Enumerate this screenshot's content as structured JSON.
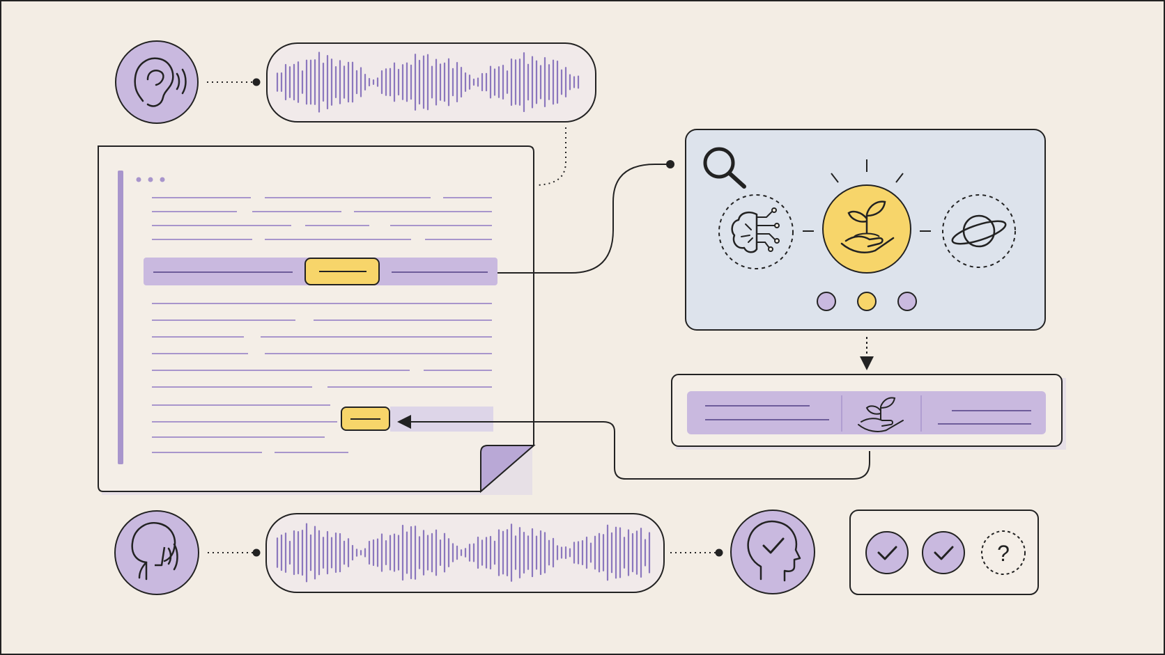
{
  "labels": {
    "unknown_mark": "?"
  },
  "steps": [
    {
      "name": "listen-to-audio",
      "icon": "ear-icon"
    },
    {
      "name": "spoken-waveform",
      "icon": "waveform-icon"
    },
    {
      "name": "transcript-document",
      "icon": "document-icon"
    },
    {
      "name": "highlighted-term",
      "icon": "highlight-icon"
    },
    {
      "name": "knowledge-lookup",
      "icon": "search-icon"
    },
    {
      "name": "concept-options",
      "icon": "brain-icon"
    },
    {
      "name": "selected-concept",
      "icon": "plant-in-hand-icon"
    },
    {
      "name": "alternative-concept",
      "icon": "planet-icon"
    },
    {
      "name": "insertion-result",
      "icon": "plant-in-hand-icon"
    },
    {
      "name": "speak-response",
      "icon": "speaking-head-icon"
    },
    {
      "name": "response-waveform",
      "icon": "waveform-icon"
    },
    {
      "name": "verified-listener",
      "icon": "head-check-icon"
    },
    {
      "name": "verification-checks",
      "icon": "check-icon"
    }
  ],
  "carousel": {
    "dots": 3,
    "active_index": 1
  },
  "checks": {
    "confirmed": 2,
    "unknown": 1
  },
  "colors": {
    "background": "#f3ede4",
    "purple": "#c9b9df",
    "purple_dark": "#8b77bd",
    "yellow": "#f7d56a",
    "blue_panel": "#dde3ec",
    "outline": "#222222"
  }
}
